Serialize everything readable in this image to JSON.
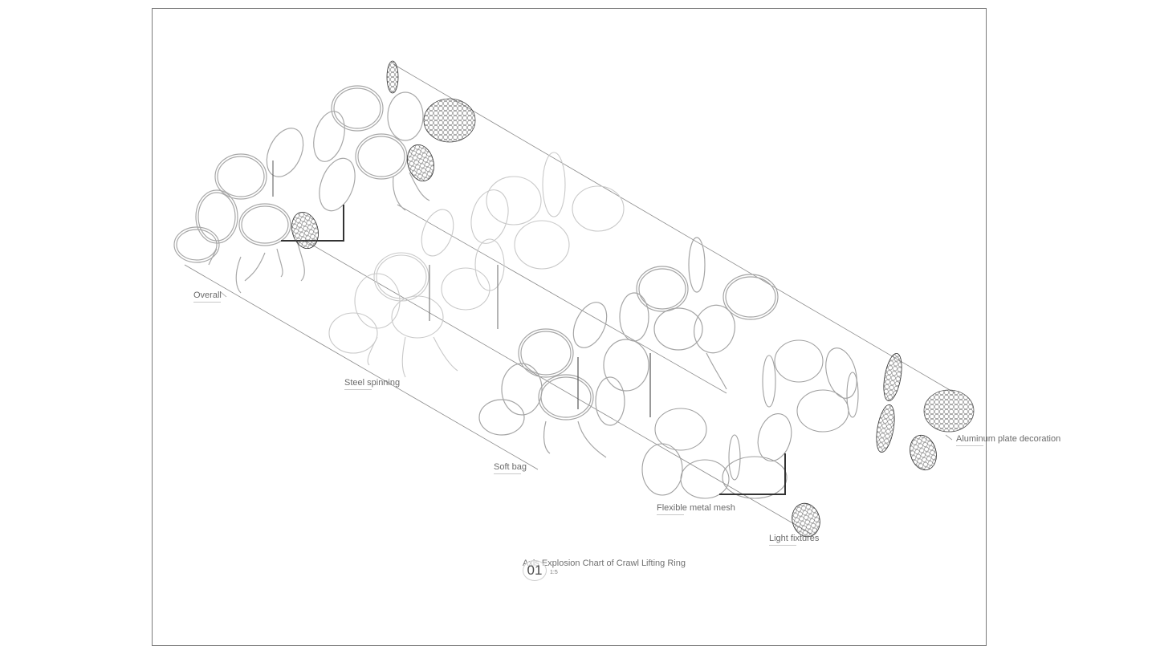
{
  "drawing": {
    "labels": {
      "overall": "Overall",
      "steel": "Steel spinning",
      "soft_bag": "Soft bag",
      "mesh": "Flexible metal mesh",
      "light": "Light fixtures",
      "aluminum": "Aluminum plate decoration"
    },
    "title": "Axis Explosion Chart of Crawl Lifting Ring",
    "number": "01",
    "scale": "1:5"
  },
  "colors": {
    "line": "#8a8a8a",
    "ring": "#b4b4b4",
    "frame": "#7a7a7a",
    "text": "#6b6b6b"
  }
}
